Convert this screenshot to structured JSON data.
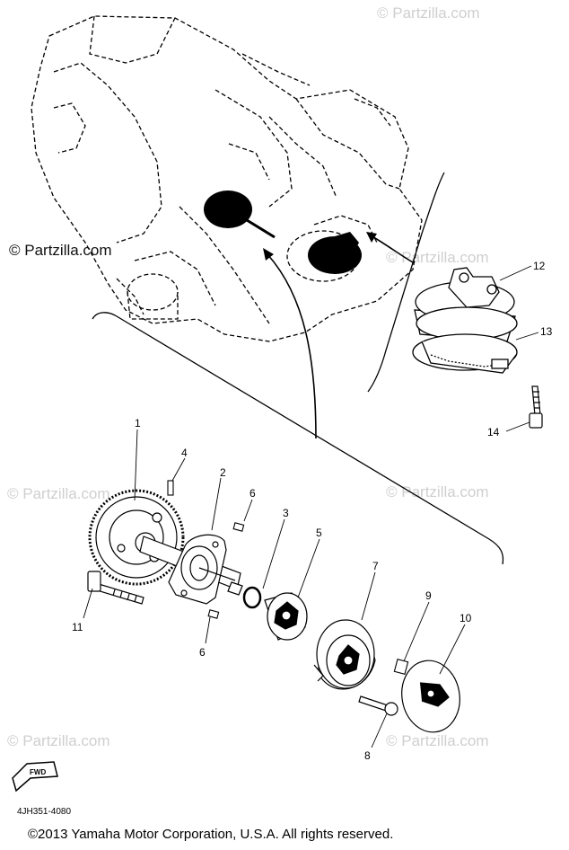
{
  "watermark": {
    "text": "© Partzilla.com"
  },
  "callouts": [
    "1",
    "2",
    "3",
    "4",
    "5",
    "6",
    "6",
    "7",
    "8",
    "9",
    "10",
    "11",
    "12",
    "13",
    "14"
  ],
  "fwd_label": "FWD",
  "part_number": "4JH351-4080",
  "copyright": "©2013 Yamaha Motor Corporation, U.S.A. All rights reserved."
}
